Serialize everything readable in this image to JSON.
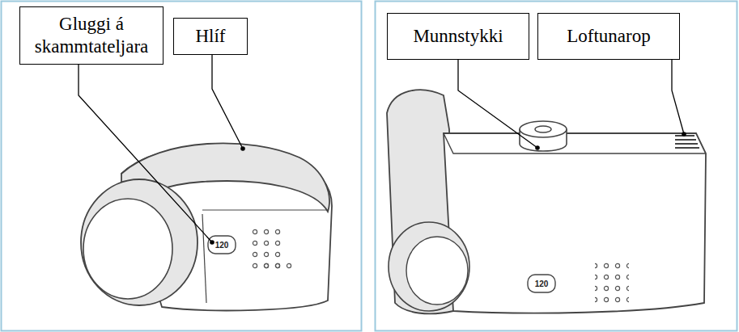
{
  "diagram": {
    "nodes": [
      {
        "text": [
          "Gluggi á skammtateljara"
        ]
      },
      {
        "text": [
          "Hlíf"
        ]
      },
      {
        "text": [
          "Munnstykki"
        ]
      },
      {
        "text": [
          "Loftunarop"
        ]
      }
    ],
    "labels": [
      "120",
      "120"
    ]
  }
}
